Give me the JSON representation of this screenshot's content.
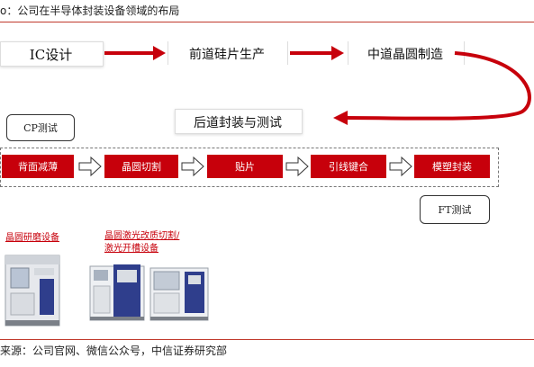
{
  "caption_top": "o：公司在半导体封装设备领域的布局",
  "caption_bottom": "来源：公司官网、微信公众号，中信证券研究部",
  "top_flow": [
    "IC设计",
    "前道硅片生产",
    "中道晶圆制造"
  ],
  "back_end": "后道封装与测试",
  "cp_label": "CP测试",
  "ft_label": "FT测试",
  "steps": [
    "背面减薄",
    "晶圆切割",
    "贴片",
    "引线键合",
    "模塑封装"
  ],
  "equipment": {
    "grinding": "晶圆研磨设备",
    "laser_line1": "晶圆激光改质切割/",
    "laser_line2": "激光开槽设备"
  },
  "colors": {
    "accent": "#c7000b",
    "rule": "#c0392b"
  }
}
